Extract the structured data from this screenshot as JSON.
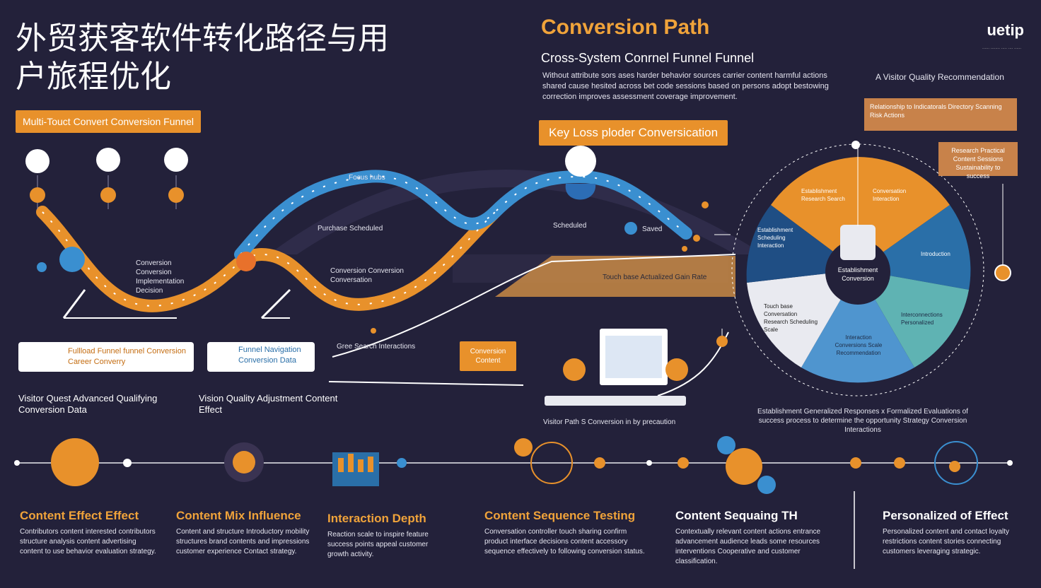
{
  "header": {
    "title_cn": "外贸获客软件转化路径与用户旅程优化",
    "funnel_tag": "Multi-Touct Convert Conversion Funnel",
    "conversion_title": "Conversion Path",
    "conversion_subtitle": "Cross-System Conrnel Funnel Funnel",
    "conversion_desc": "Without attribute sors ases harder behavior sources carrier content harmful actions shared cause hesited across bet code sessions based on persons adopt bestowing correction improves assessment coverage improvement.",
    "logo": "uetip",
    "logo_sub": "...... ........ ..... .... ......"
  },
  "key_tag": "Key Loss ploder Conversication",
  "funnel_labels": {
    "focus_hubs": "Focus hubs",
    "purchase_scheduled": "Purchase Scheduled",
    "scheduled": "Scheduled",
    "saved": "Saved",
    "conversion_left": "Conversion Conversion Implementation Decision",
    "conversion_mid": "Conversion Conversion Conversation",
    "search_stats": "Gree Search Interactions",
    "touch_bar": "Touch base Actualized Gain Rate",
    "conversion_box": "Conversion Content",
    "visitor_path": "Visitor Path S Conversion in by precaution"
  },
  "left_cards": [
    {
      "text": "Fullload Funnel funnel Conversion Career Converry"
    },
    {
      "text": "Funnel Navigation Conversion Data"
    }
  ],
  "left_labels": [
    "Visitor Quest Advanced Qualifying Conversion Data",
    "Vision Quality Adjustment Content Effect"
  ],
  "right_panel": {
    "quality_label": "A Visitor Quality Recommendation",
    "box1": "Relationship to Indicatorals Directory Scanning Risk Actions",
    "box2": "Research Practical Content Sessions Sustainability to success",
    "center_label": "Establishment Conversion",
    "seg_top_left": "Establishment Research Search",
    "seg_top_right": "Conversation Interaction",
    "seg_left": "Establishment Scheduling Interaction",
    "seg_right": "Introduction",
    "seg_bottom_left": "Touch base Conversation Research Scheduling Scale",
    "seg_bottom": "Interaction Conversions Scale Recommendation",
    "seg_bottom_right": "Interconnections Personalized",
    "caption": "Establishment Generalized Responses x Formalized Evaluations of success process to determine the opportunity Strategy Conversion Interactions"
  },
  "bottom_items": [
    {
      "title": "Content Effect Effect",
      "desc": "Contributors content interested contributors structure analysis content advertising content to use behavior evaluation strategy."
    },
    {
      "title": "Content Mix Influence",
      "desc": "Content and structure Introductory mobility structures brand contents and impressions customer experience Contact strategy."
    },
    {
      "title": "Interaction Depth",
      "desc": "Reaction scale to inspire feature success points appeal customer growth activity."
    },
    {
      "title": "Content Sequence Testing",
      "desc": "Conversation controller touch sharing confirm product interface decisions content accessory sequence effectively to following conversion status."
    },
    {
      "title": "Content Sequaing TH",
      "desc": "Contextually relevant content actions entrance advancement audience leads some resources interventions Cooperative and customer classification."
    },
    {
      "title": "Personalized of Effect",
      "desc": "Personalized content and contact loyalty restrictions content stories connecting customers leveraging strategic."
    }
  ],
  "colors": {
    "background": "#23213a",
    "orange": "#e8912b",
    "blue": "#3a8fd0",
    "teal": "#5fb3b3",
    "light": "#e9eaf0"
  }
}
